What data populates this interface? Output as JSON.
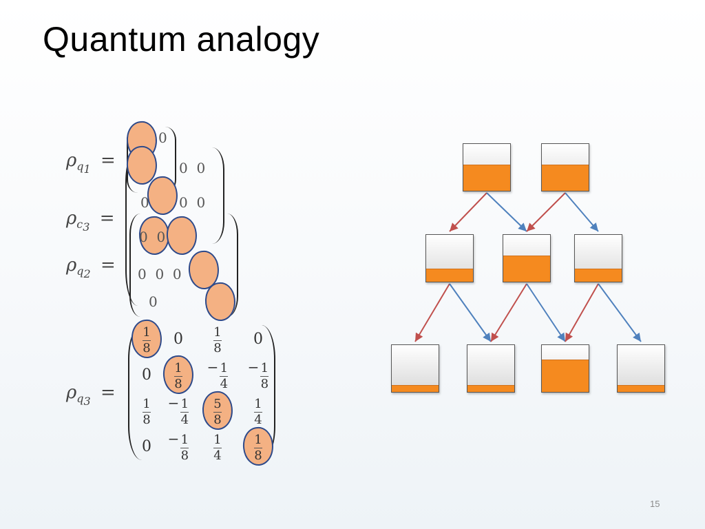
{
  "slide": {
    "title": "Quantum analogy",
    "page_number": "15"
  },
  "equations": {
    "q1": {
      "symbol": "ρ",
      "sub": "q",
      "subsub": "1",
      "equals": "="
    },
    "c3": {
      "symbol": "ρ",
      "sub": "c",
      "subsub": "3",
      "equals": "="
    },
    "q2": {
      "symbol": "ρ",
      "sub": "q",
      "subsub": "2",
      "equals": "="
    },
    "q3": {
      "symbol": "ρ",
      "sub": "q",
      "subsub": "3",
      "equals": "="
    }
  },
  "matrix_q3": [
    [
      {
        "v": "1/8",
        "c": true
      },
      {
        "v": "0"
      },
      {
        "v": "1/8"
      },
      {
        "v": "0"
      }
    ],
    [
      {
        "v": "0"
      },
      {
        "v": "1/8",
        "c": true
      },
      {
        "v": "-1/4"
      },
      {
        "v": "-1/8"
      }
    ],
    [
      {
        "v": "1/8"
      },
      {
        "v": "-1/4"
      },
      {
        "v": "5/8",
        "c": true
      },
      {
        "v": "1/4"
      }
    ],
    [
      {
        "v": "0"
      },
      {
        "v": "-1/8"
      },
      {
        "v": "1/4"
      },
      {
        "v": "1/8",
        "c": true
      }
    ]
  ],
  "diagram": {
    "colors": {
      "fill": "#f58a1f",
      "red_arrow": "#c0504d",
      "blue_arrow": "#4f81bd"
    },
    "rows": [
      {
        "boxes": [
          {
            "fill_level": 0.5
          },
          {
            "fill_level": 0.5
          }
        ]
      },
      {
        "boxes": [
          {
            "fill_level": 0.25
          },
          {
            "fill_level": 0.5
          },
          {
            "fill_level": 0.25
          }
        ]
      },
      {
        "boxes": [
          {
            "fill_level": 0.125
          },
          {
            "fill_level": 0.125
          },
          {
            "fill_level": 0.625
          },
          {
            "fill_level": 0.125
          }
        ]
      }
    ]
  }
}
